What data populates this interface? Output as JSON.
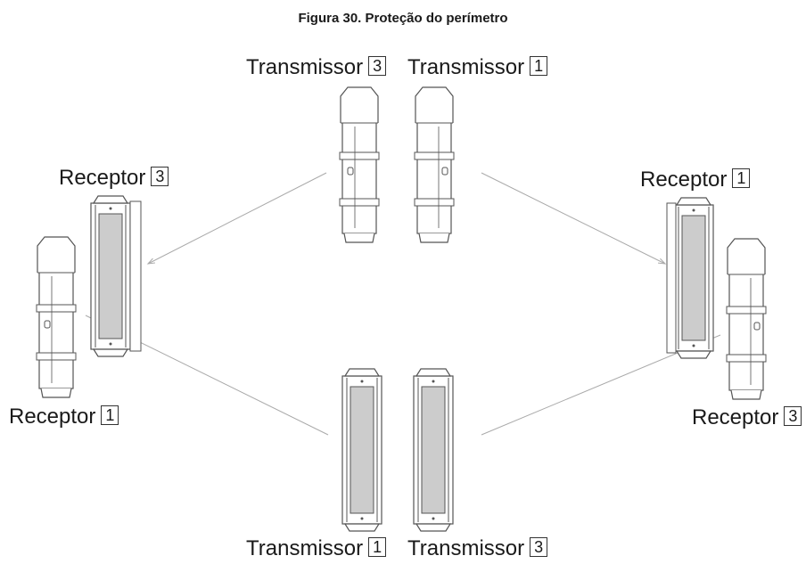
{
  "title": "Figura 30. Proteção do perímetro",
  "labels": {
    "tx3_top": {
      "text": "Transmissor",
      "num": "3"
    },
    "tx1_top": {
      "text": "Transmissor",
      "num": "1"
    },
    "rx3_left": {
      "text": "Receptor",
      "num": "3"
    },
    "rx1_left": {
      "text": "Receptor",
      "num": "1"
    },
    "rx1_right": {
      "text": "Receptor",
      "num": "1"
    },
    "rx3_right": {
      "text": "Receptor",
      "num": "3"
    },
    "tx1_bottom": {
      "text": "Transmissor",
      "num": "1"
    },
    "tx3_bottom": {
      "text": "Transmissor",
      "num": "3"
    }
  },
  "colors": {
    "line": "#555555",
    "beam": "#aaaaaa",
    "lens": "#cccccc",
    "body": "#ffffff"
  }
}
